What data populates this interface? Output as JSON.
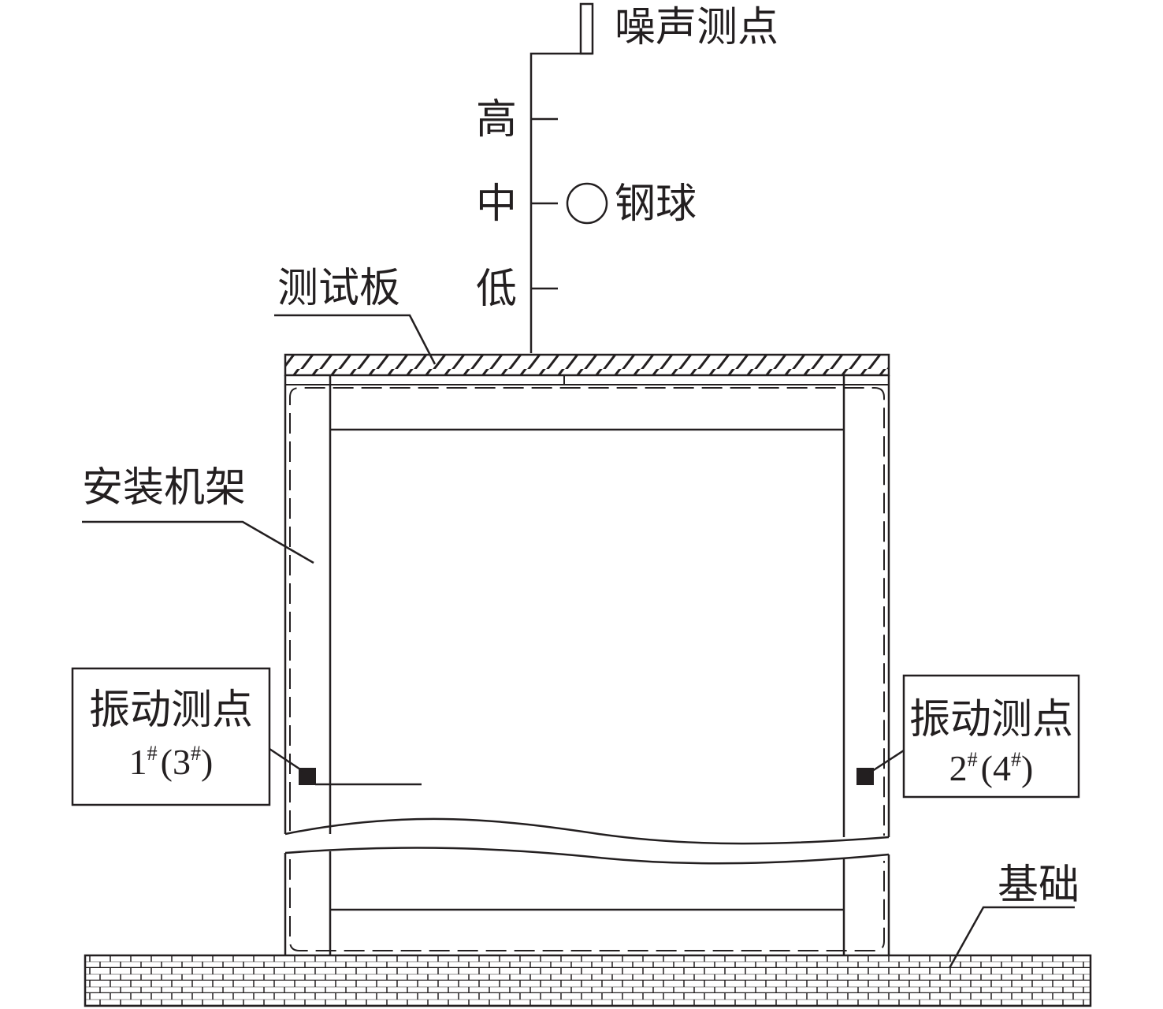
{
  "labels": {
    "noise_point": "噪声测点",
    "high": "高",
    "mid": "中",
    "low": "低",
    "steel_ball": "钢球",
    "test_plate": "测试板",
    "mount_frame": "安装机架",
    "foundation": "基础",
    "vib_left": {
      "title": "振动测点",
      "num1": "1",
      "sup1": "#",
      "num2": "(3",
      "sup2": "#",
      "close": ")"
    },
    "vib_right": {
      "title": "振动测点",
      "num1": "2",
      "sup1": "#",
      "num2": "(4",
      "sup2": "#",
      "close": ")"
    }
  }
}
